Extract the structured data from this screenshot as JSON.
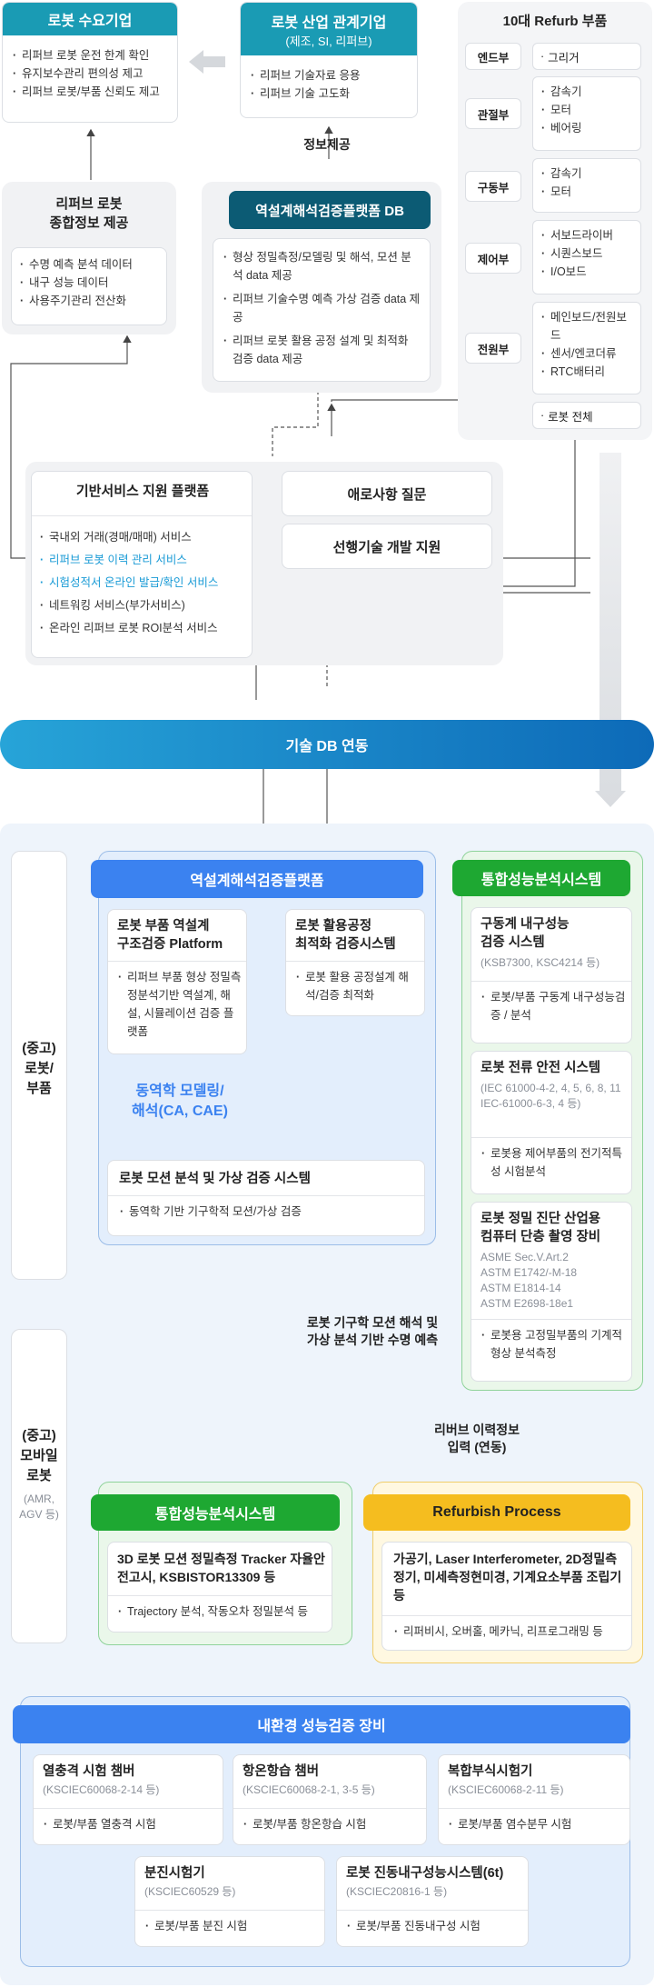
{
  "demand": {
    "title": "로봇 수요기업",
    "items": [
      "리퍼브 로봇 운전 한계 확인",
      "유지보수관리 편의성 제고",
      "리퍼브 로봇/부품 신뢰도 제고"
    ]
  },
  "industry": {
    "title": "로봇 산업 관계기업",
    "subtitle": "(제조, SI, 리퍼브)",
    "items": [
      "리퍼브 기술자료 응용",
      "리퍼브 기술 고도화"
    ]
  },
  "refurb_parts": {
    "title": "10대 Refurb 부품",
    "groups": [
      {
        "name": "엔드부",
        "items": [
          "그리거"
        ]
      },
      {
        "name": "관절부",
        "items": [
          "감속기",
          "모터",
          "베어링"
        ]
      },
      {
        "name": "구동부",
        "items": [
          "감속기",
          "모터"
        ]
      },
      {
        "name": "제어부",
        "items": [
          "서보드라이버",
          "시퀀스보드",
          "I/O보드"
        ]
      },
      {
        "name": "전원부",
        "items": [
          "메인보드/전원보드",
          "센서/엔코더류",
          "RTC배터리"
        ]
      }
    ],
    "extra": "로봇 전체"
  },
  "info_provide": "정보제공",
  "refurb_info": {
    "title": "리퍼브 로봇\n종합정보 제공",
    "items": [
      "수명 예측 분석 데이터",
      "내구 성능 데이터",
      "사용주기관리 전산화"
    ]
  },
  "reverse_db": {
    "title": "역설계해석검증플랫폼 DB",
    "items": [
      "형상 정밀측정/모델링 및 해석, 모션 분석 data 제공",
      "리퍼브 기술수명 예측 가상 검증 data 제공",
      "리퍼브 로봇 활용 공정 설계 및 최적화 검증 data 제공"
    ]
  },
  "base_service": {
    "title": "기반서비스 지원 플랫폼",
    "items": [
      "국내외 거래(경매/매매) 서비스",
      "리퍼브 로봇 이력 관리 서비스",
      "시험성적서 온라인 발급/확인 서비스",
      "네트워킹 서비스(부가서비스)",
      "온라인 리퍼브 로봇 ROI분석 서비스"
    ],
    "highlight_color": "#1a9bd6",
    "qa": "애로사항 질문",
    "tech": "선행기술 개발 지원"
  },
  "db_link": "기술 DB 연동",
  "used_robot": "(중고)\n로봇/\n부품",
  "used_mobile": {
    "title": "(중고)\n모바일\n로봇",
    "sub": "(AMR,\nAGV 등)"
  },
  "reverse_platform": {
    "title": "역설계해석검증플랫폼",
    "struct": {
      "title": "로봇 부품 역설계\n구조검증 Platform",
      "items": [
        "리퍼브 부품 형상 정밀측정분석기반 역설계, 해설, 시뮬레이션 검증 플랫폼"
      ]
    },
    "process": {
      "title": "로봇 활용공정\n최적화 검증시스템",
      "items": [
        "로봇 활용 공정설계 해석/검증 최적화"
      ]
    },
    "dynamics": "동역학 모델링/\n해석(CA, CAE)",
    "motion": {
      "title": "로봇 모션 분석 및 가상 검증 시스템",
      "items": [
        "동역학 기반 기구학적 모션/가상 검증"
      ]
    }
  },
  "integrated_right": {
    "title": "통합성능분석시스템",
    "cards": [
      {
        "title": "구동계 내구성능\n검증 시스템",
        "sub": "(KSB7300, KSC4214 등)",
        "items": [
          "로봇/부품 구동계 내구성능검증 / 분석"
        ]
      },
      {
        "title": "로봇 전류 안전 시스템",
        "sub": "(IEC 61000-4-2, 4, 5, 6, 8, 11\nIEC-61000-6-3, 4 등)",
        "items": [
          "로봇용 제어부품의 전기적특성 시험분석"
        ]
      },
      {
        "title": "로봇 정밀 진단 산업용\n컴퓨터 단층 촬영 장비",
        "sub": "ASME Sec.V.Art.2\nASTM E1742/-M-18\nASTM E1814-14\nASTM E2698-18e1",
        "items": [
          "로봇용 고정밀부품의 기계적 형상 분석측정"
        ]
      }
    ]
  },
  "life_predict": "로봇 기구학 모션 해석 및\n가상 분석 기반 수명 예측",
  "history_input": "리버브 이력정보\n입력 (연동)",
  "integrated_left": {
    "title": "통합성능분석시스템",
    "card": {
      "title": "3D 로봇 모션 정밀측정 Tracker 자율안전고시, KSBISTOR13309 등",
      "items": [
        "Trajectory 분석, 작동오차 정밀분석 등"
      ]
    }
  },
  "refurbish": {
    "title": "Refurbish Process",
    "card": {
      "title": "가공기, Laser Interferometer, 2D정밀측정기, 미세측정현미경, 기계요소부품 조립기 등",
      "items": [
        "리퍼비시, 오버홀, 메카닉, 리프로그래밍 등"
      ]
    }
  },
  "env_test": {
    "title": "내환경 성능검증 장비",
    "cards": [
      {
        "title": "열충격 시험 챔버",
        "sub": "(KSCIEC60068-2-14 등)",
        "item": "로봇/부품 열충격 시험"
      },
      {
        "title": "항온항습 챔버",
        "sub": "(KSCIEC60068-2-1, 3-5 등)",
        "item": "로봇/부품 항온항습 시험"
      },
      {
        "title": "복합부식시험기",
        "sub": "(KSCIEC60068-2-11 등)",
        "item": "로봇/부품 염수분무 시험"
      },
      {
        "title": "분진시험기",
        "sub": "(KSCIEC60529 등)",
        "item": "로봇/부품 분진 시험"
      },
      {
        "title": "로봇 진동내구성능시스템(6t)",
        "sub": "(KSCIEC20816-1 등)",
        "item": "로봇/부품 진동내구성 시험"
      }
    ]
  }
}
